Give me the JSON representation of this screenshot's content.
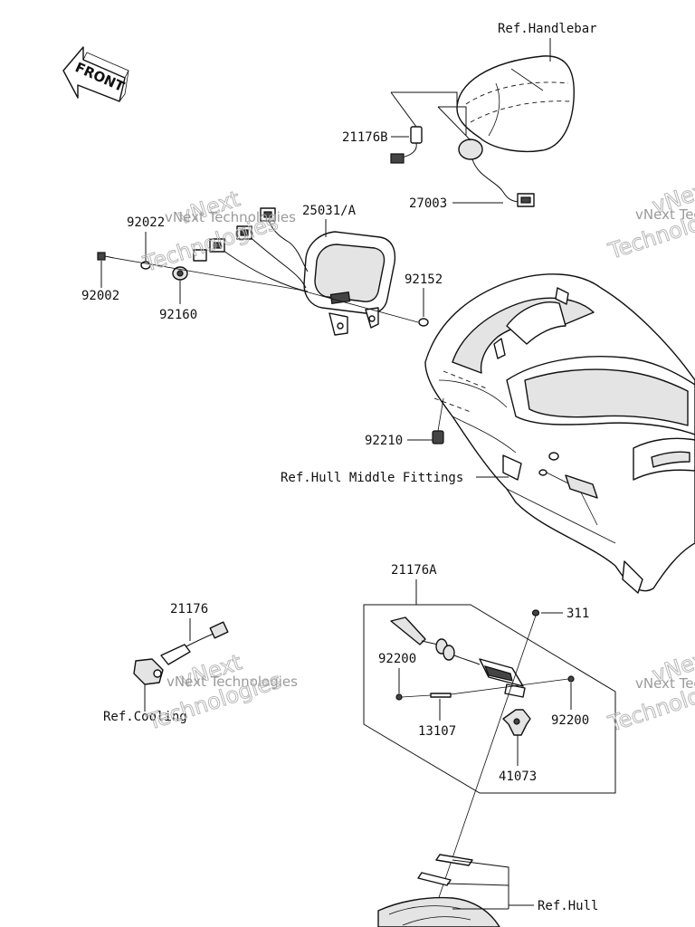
{
  "labels": {
    "ref_handlebar": "Ref.Handlebar",
    "p21176b": "21176B",
    "p27003": "27003",
    "p25031a": "25031/A",
    "p92022": "92022",
    "p92002": "92002",
    "p92160": "92160",
    "p92152": "92152",
    "p92210": "92210",
    "ref_hull_middle": "Ref.Hull Middle Fittings",
    "p21176a": "21176A",
    "p311": "311",
    "p92200_left": "92200",
    "p92200_right": "92200",
    "p13107": "13107",
    "p41073": "41073",
    "p21176": "21176",
    "ref_cooling": "Ref.Cooling",
    "ref_hull": "Ref.Hull"
  },
  "front_badge": "FRONT",
  "watermark": {
    "line1": "vNext Technologies",
    "line2": "vNext",
    "line3": "Technologies"
  },
  "colors": {
    "ink": "#111111",
    "watermark": "#9a9a9a"
  }
}
